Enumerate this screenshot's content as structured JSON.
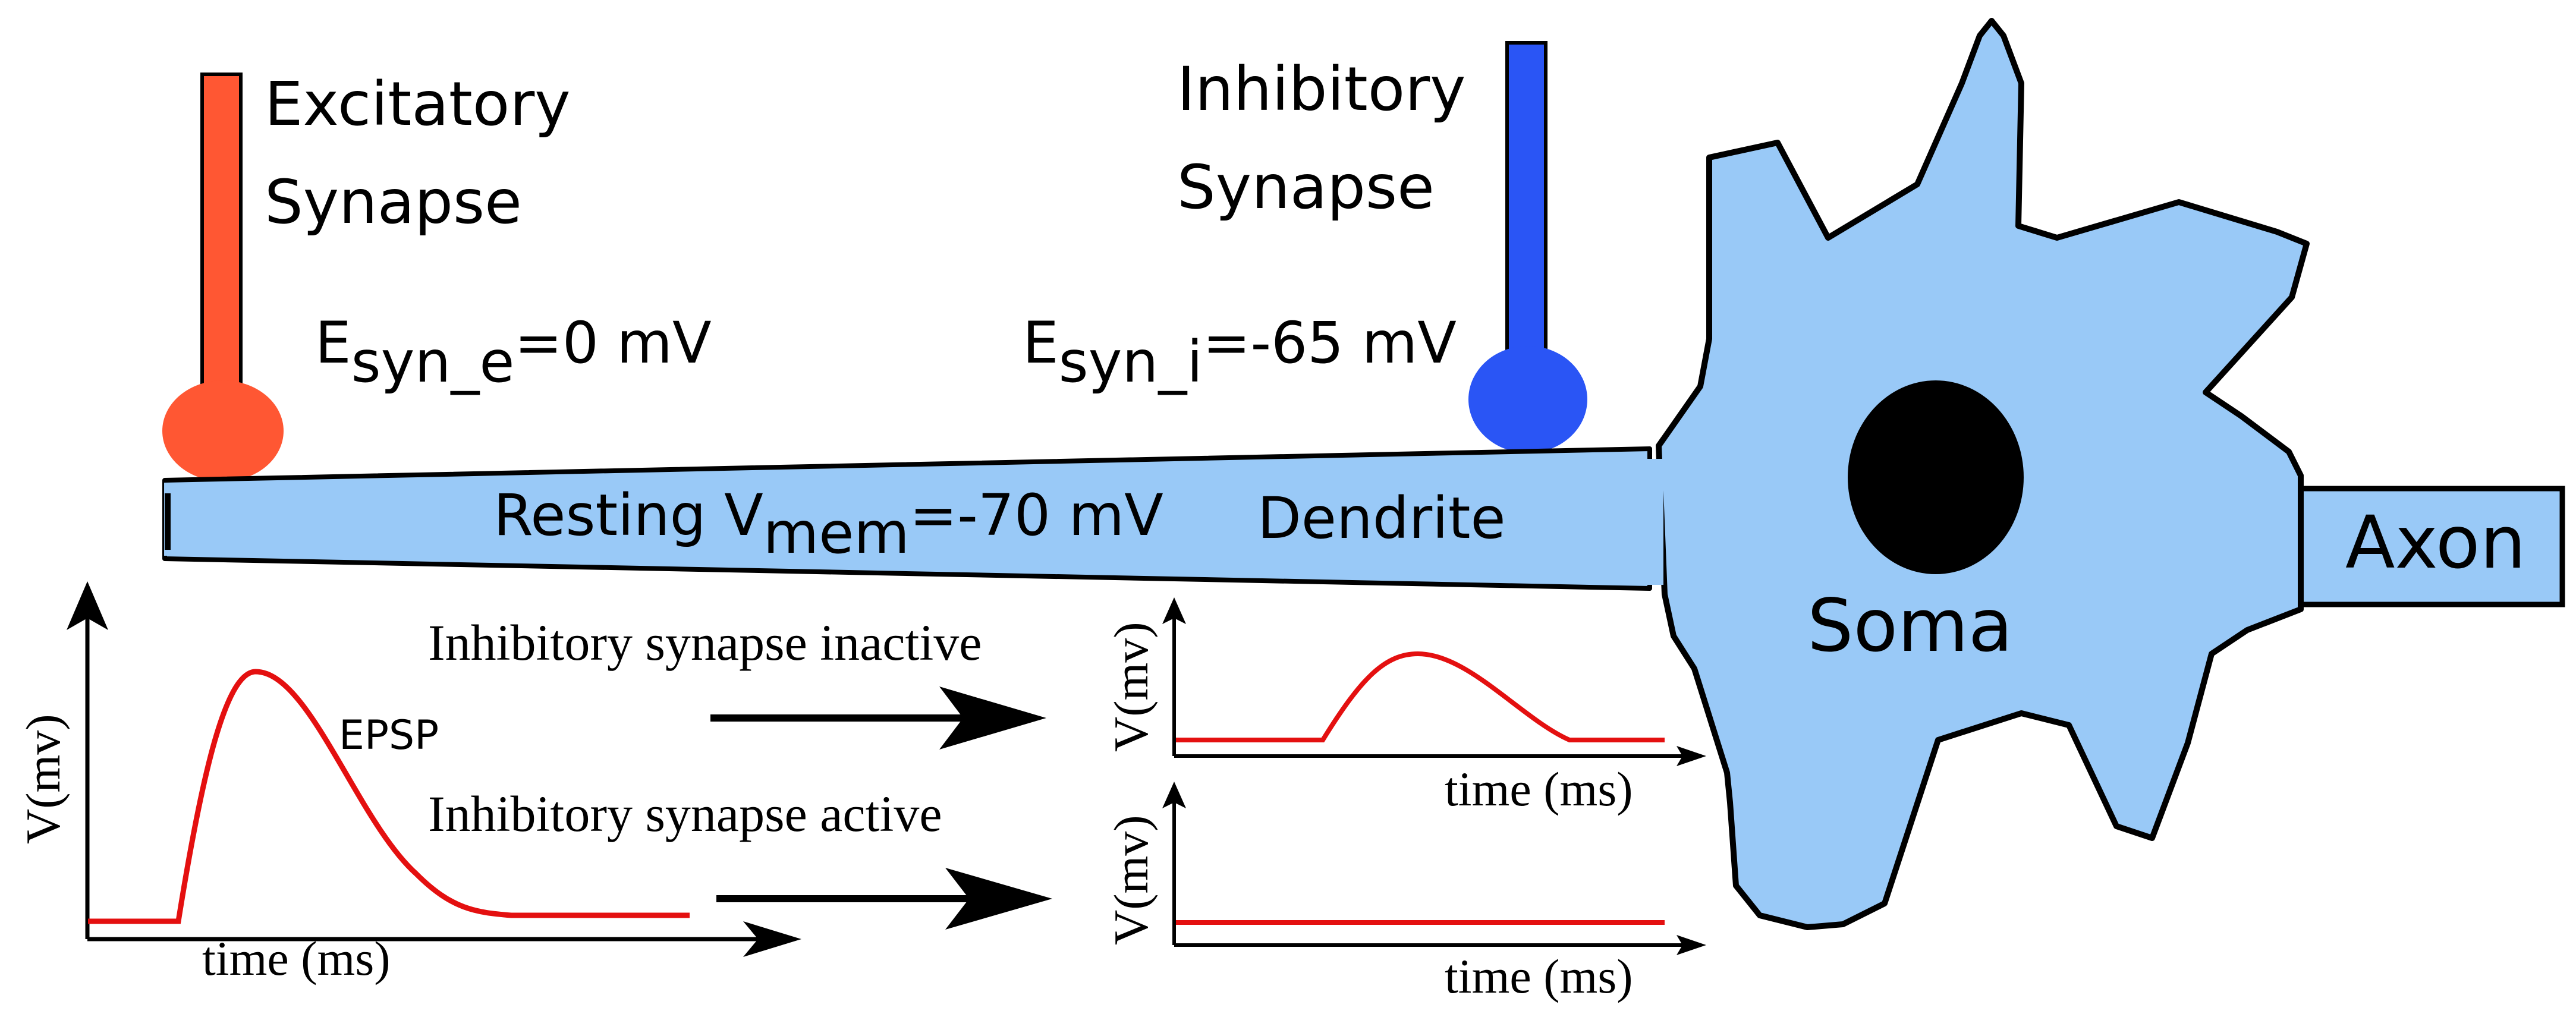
{
  "labels": {
    "excitatory_line1": "Excitatory",
    "excitatory_line2": "Synapse",
    "inhibitory_line1": "Inhibitory",
    "inhibitory_line2": "Synapse",
    "e_syn_e_base": "E",
    "e_syn_e_sub": "syn_e",
    "e_syn_e_value": "=0 mV",
    "e_syn_i_base": "E",
    "e_syn_i_sub": "syn_i",
    "e_syn_i_value": "=-65 mV",
    "resting_prefix": "Resting V",
    "resting_sub": "mem",
    "resting_value": "=-70 mV",
    "dendrite": "Dendrite",
    "soma": "Soma",
    "axon": "Axon",
    "epsp": "EPSP",
    "inactive_caption": "Inhibitory synapse inactive",
    "active_caption": "Inhibitory synapse active"
  },
  "plots": {
    "main": {
      "ylabel": "V(mv)",
      "xlabel": "time (ms)"
    },
    "inactive": {
      "ylabel": "V(mv)",
      "xlabel": "time (ms)"
    },
    "active": {
      "ylabel": "V(mv)",
      "xlabel": "time (ms)"
    }
  },
  "colors": {
    "excitatory": "#ff5733",
    "inhibitory": "#2a55f5",
    "cell_fill": "#99c9f7",
    "outline": "#000000",
    "trace": "#e41010",
    "nucleus": "#000000"
  }
}
